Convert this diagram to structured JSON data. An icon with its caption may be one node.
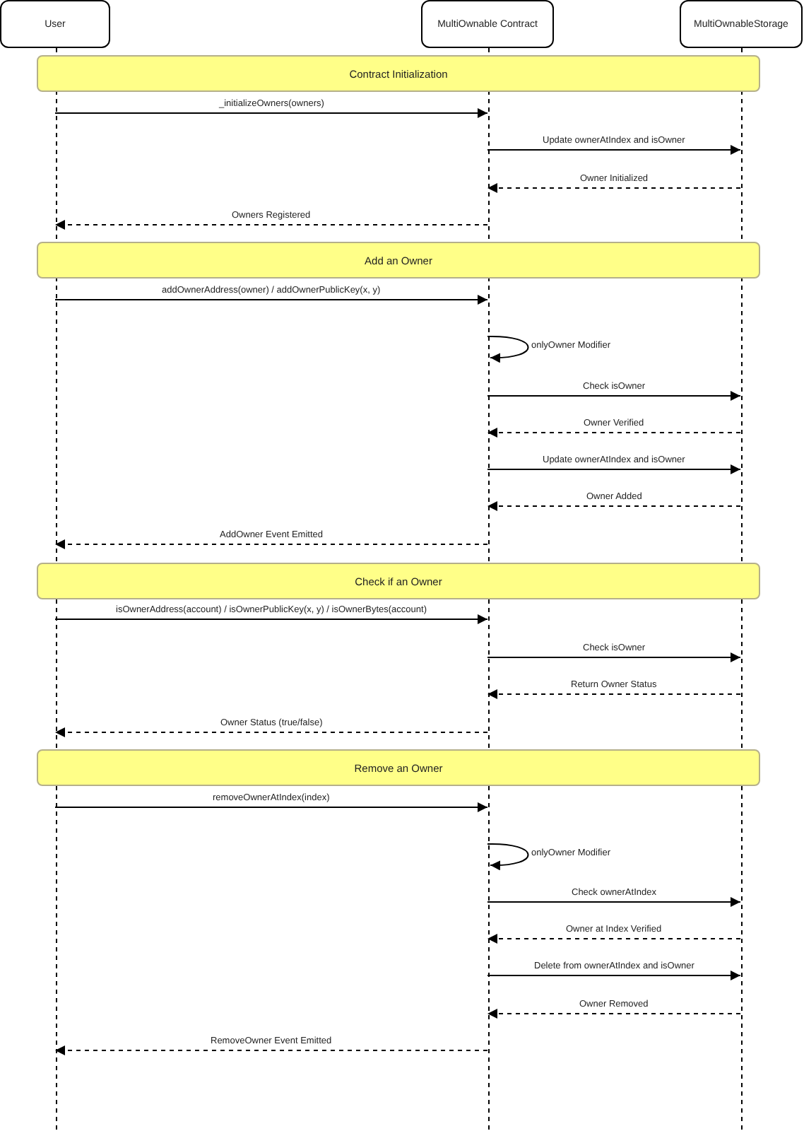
{
  "diagram": {
    "nodes": [
      {
        "text": [
          "User"
        ]
      },
      {
        "text": [
          "MultiOwnable Contract"
        ]
      },
      {
        "text": [
          "MultiOwnableStorage"
        ]
      },
      {
        "text": [
          "Contract Initialization"
        ]
      },
      {
        "text": [
          "Add an Owner"
        ]
      },
      {
        "text": [
          "Check if an Owner"
        ]
      },
      {
        "text": [
          "Remove an Owner"
        ]
      }
    ],
    "edges": [
      {
        "from": 0,
        "to": 1,
        "arrow": "to",
        "label": "_initializeOwners(owners)"
      },
      {
        "from": 1,
        "to": 2,
        "arrow": "to",
        "label": "Update ownerAtIndex and isOwner"
      },
      {
        "from": 2,
        "to": 1,
        "arrow": "to",
        "label": "Owner Initialized",
        "style": "dashed"
      },
      {
        "from": 1,
        "to": 0,
        "arrow": "to",
        "label": "Owners Registered",
        "style": "dashed"
      },
      {
        "from": 0,
        "to": 1,
        "arrow": "to",
        "label": "addOwnerAddress(owner) / addOwnerPublicKey(x, y)"
      },
      {
        "from": 1,
        "to": 1,
        "arrow": "to",
        "label": "onlyOwner Modifier"
      },
      {
        "from": 1,
        "to": 2,
        "arrow": "to",
        "label": "Check isOwner"
      },
      {
        "from": 2,
        "to": 1,
        "arrow": "to",
        "label": "Owner Verified",
        "style": "dashed"
      },
      {
        "from": 1,
        "to": 2,
        "arrow": "to",
        "label": "Update ownerAtIndex and isOwner"
      },
      {
        "from": 2,
        "to": 1,
        "arrow": "to",
        "label": "Owner Added",
        "style": "dashed"
      },
      {
        "from": 1,
        "to": 0,
        "arrow": "to",
        "label": "AddOwner Event Emitted",
        "style": "dashed"
      },
      {
        "from": 0,
        "to": 1,
        "arrow": "to",
        "label": "isOwnerAddress(account) / isOwnerPublicKey(x, y) / isOwnerBytes(account)"
      },
      {
        "from": 1,
        "to": 2,
        "arrow": "to",
        "label": "Check isOwner"
      },
      {
        "from": 2,
        "to": 1,
        "arrow": "to",
        "label": "Return Owner Status",
        "style": "dashed"
      },
      {
        "from": 1,
        "to": 0,
        "arrow": "to",
        "label": "Owner Status (true/false)",
        "style": "dashed"
      },
      {
        "from": 0,
        "to": 1,
        "arrow": "to",
        "label": "removeOwnerAtIndex(index)"
      },
      {
        "from": 1,
        "to": 1,
        "arrow": "to",
        "label": "onlyOwner Modifier"
      },
      {
        "from": 1,
        "to": 2,
        "arrow": "to",
        "label": "Check ownerAtIndex"
      },
      {
        "from": 2,
        "to": 1,
        "arrow": "to",
        "label": "Owner at Index Verified",
        "style": "dashed"
      },
      {
        "from": 1,
        "to": 2,
        "arrow": "to",
        "label": "Delete from ownerAtIndex and isOwner"
      },
      {
        "from": 2,
        "to": 1,
        "arrow": "to",
        "label": "Owner Removed",
        "style": "dashed"
      },
      {
        "from": 1,
        "to": 0,
        "arrow": "to",
        "label": "RemoveOwner Event Emitted",
        "style": "dashed"
      }
    ]
  }
}
